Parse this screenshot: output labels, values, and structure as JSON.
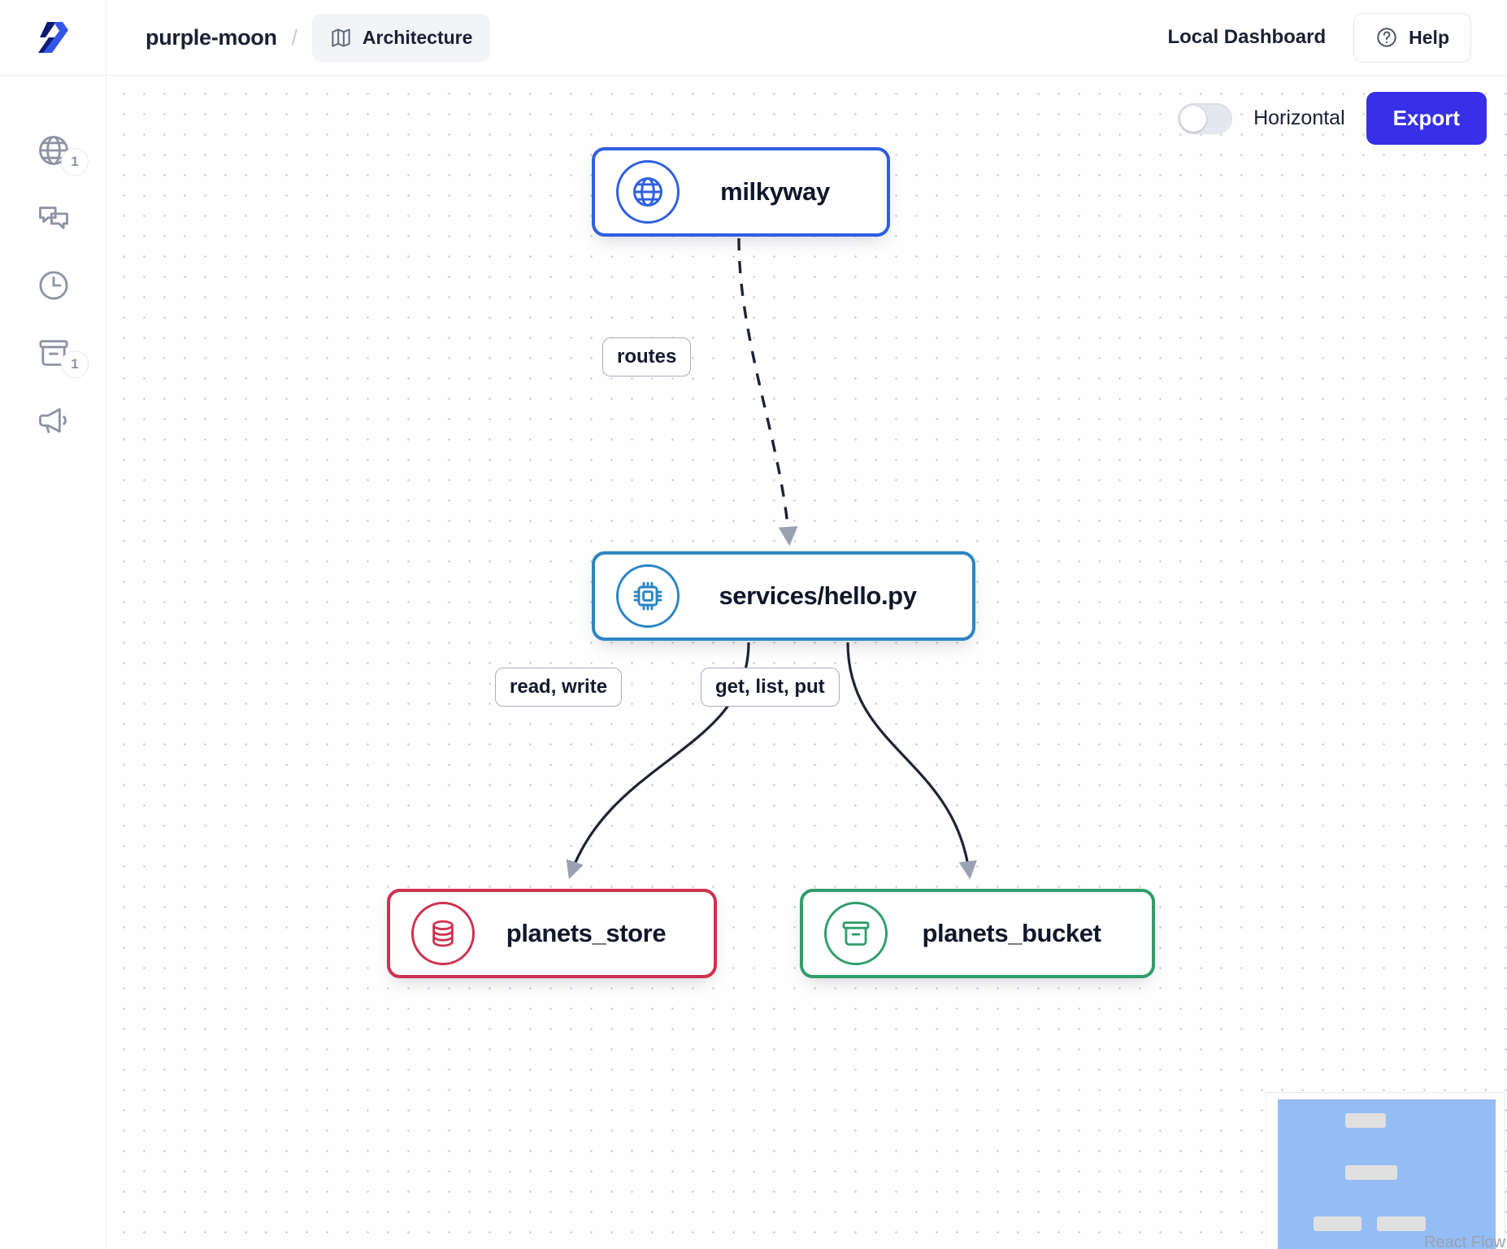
{
  "header": {
    "logo_icon": "app-logo-icon",
    "project": "purple-moon",
    "separator": "/",
    "tab": {
      "icon": "map-icon",
      "label": "Architecture"
    },
    "dashboard_label": "Local Dashboard",
    "help": {
      "icon": "question-circle-icon",
      "label": "Help"
    }
  },
  "sidebar": {
    "items": [
      {
        "icon": "globe-icon",
        "name": "endpoints",
        "badge": "1"
      },
      {
        "icon": "chat-icon",
        "name": "messaging",
        "badge": ""
      },
      {
        "icon": "clock-icon",
        "name": "schedules",
        "badge": ""
      },
      {
        "icon": "bucket-icon",
        "name": "storage",
        "badge": "1"
      },
      {
        "icon": "megaphone-icon",
        "name": "announcements",
        "badge": ""
      }
    ]
  },
  "controls": {
    "toggle_label": "Horizontal",
    "toggle_state": "off",
    "export_label": "Export"
  },
  "canvas": {
    "attribution": "React Flow",
    "nodes": [
      {
        "id": "milkyway",
        "label": "milkyway",
        "icon": "globe-icon",
        "color": "#2f5fe0"
      },
      {
        "id": "services-hello-py",
        "label": "services/hello.py",
        "icon": "chip-icon",
        "color": "#2b85c4"
      },
      {
        "id": "planets-store",
        "label": "planets_store",
        "icon": "database-icon",
        "color": "#cf3150"
      },
      {
        "id": "planets-bucket",
        "label": "planets_bucket",
        "icon": "bucket-icon",
        "color": "#2f9e6b"
      }
    ],
    "edges": [
      {
        "from": "milkyway",
        "to": "services-hello-py",
        "label": "routes",
        "style": "dashed"
      },
      {
        "from": "services-hello-py",
        "to": "planets-store",
        "label": "read, write",
        "style": "solid"
      },
      {
        "from": "services-hello-py",
        "to": "planets-bucket",
        "label": "get, list, put",
        "style": "solid"
      }
    ]
  },
  "minimap": {
    "name": "minimap"
  }
}
